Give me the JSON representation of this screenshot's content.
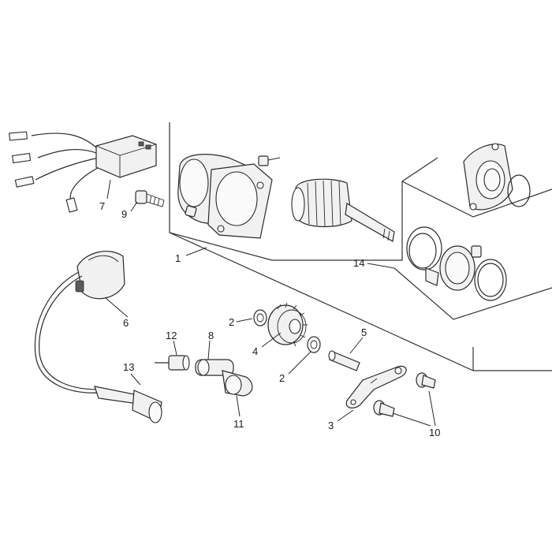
{
  "callouts": {
    "c1": "1",
    "c2a": "2",
    "c2b": "2",
    "c3": "3",
    "c4": "4",
    "c5": "5",
    "c6": "6",
    "c7": "7",
    "c8": "8",
    "c9": "9",
    "c10": "10",
    "c11": "11",
    "c12": "12",
    "c13": "13",
    "c14": "14"
  },
  "colors": {
    "ink": "#2a2a2a",
    "fill": "#f1f1f1",
    "background": "#ffffff"
  },
  "parts": [
    "wiring-harness",
    "ignition-coil",
    "starter-motor",
    "armature",
    "end-cap",
    "starter-clutch-gear",
    "washer",
    "pin",
    "bracket",
    "bolt",
    "spark-plug-cap",
    "spark-plug",
    "pickup-sensor",
    "o-ring-kit"
  ]
}
